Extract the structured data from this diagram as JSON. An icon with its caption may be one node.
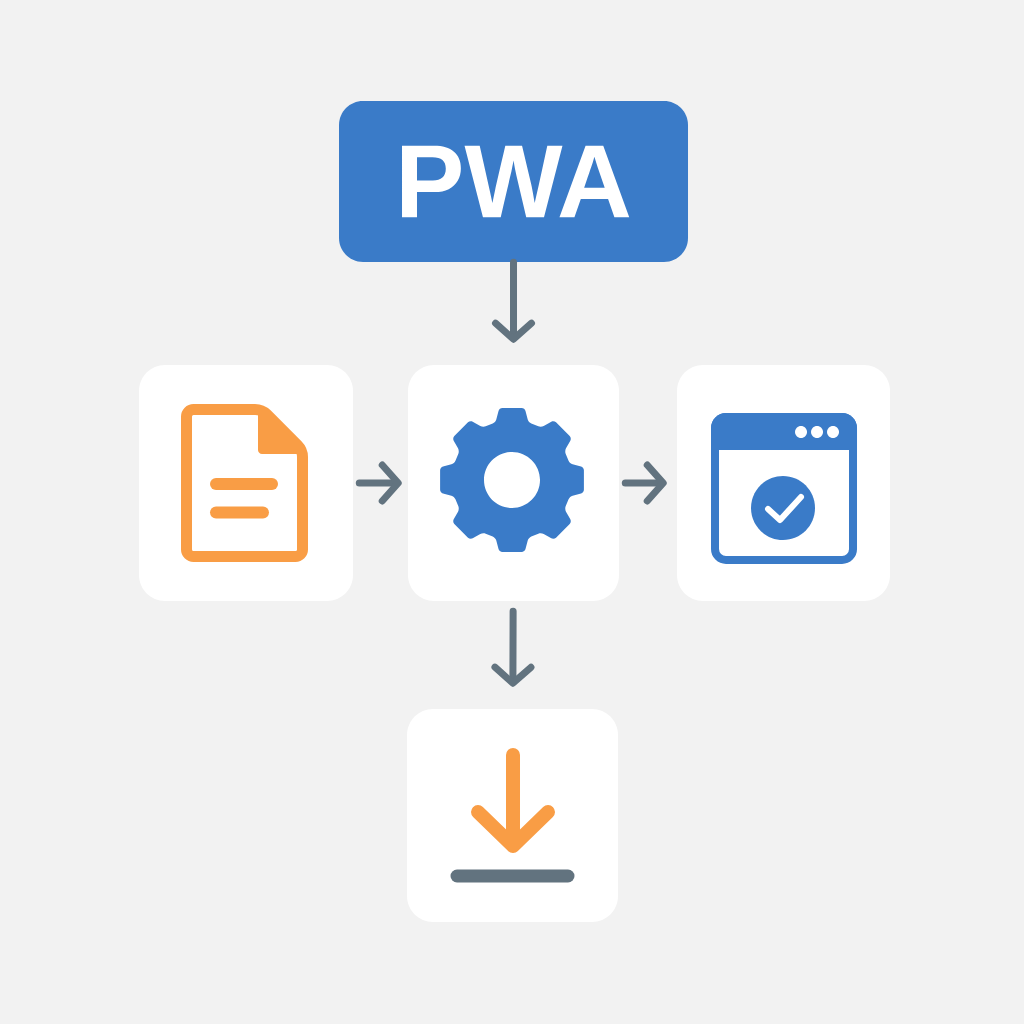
{
  "diagram": {
    "nodes": [
      {
        "text": [
          "PWA"
        ]
      },
      {
        "text": [],
        "shape": "box"
      },
      {
        "text": [],
        "shape": "box"
      },
      {
        "text": [],
        "shape": "box"
      },
      {
        "text": [],
        "shape": "box"
      }
    ],
    "edges": [
      {
        "from": 0,
        "to": 2,
        "arrow": "to"
      },
      {
        "from": 1,
        "to": 2,
        "arrow": "to"
      },
      {
        "from": 2,
        "to": 3,
        "arrow": "to"
      },
      {
        "from": 2,
        "to": 4,
        "arrow": "to"
      }
    ]
  }
}
